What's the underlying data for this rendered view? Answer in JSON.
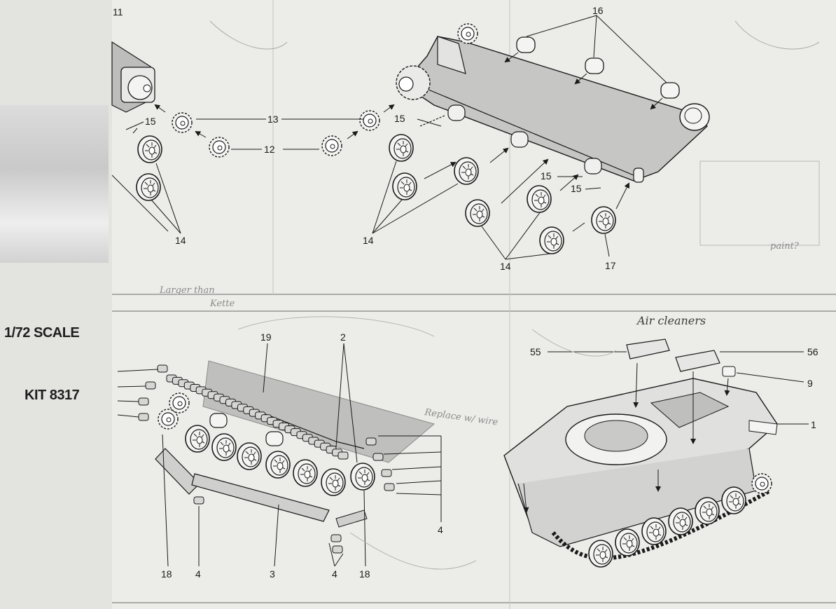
{
  "sidebar": {
    "scale_text": "1/72 SCALE",
    "kit_text": "KIT 8317",
    "lines_top": [
      "....................",
      "....................",
      "....................",
      "...................."
    ],
    "lines_mid": [
      "....................",
      "....................",
      "....................",
      "....................",
      "....................",
      "...................."
    ],
    "lines_low": [
      "....................",
      "....................",
      "....................",
      "....................",
      "....................",
      "...................."
    ]
  },
  "top_panel": {
    "callouts": {
      "c11": "11",
      "c16": "16",
      "c13": "13",
      "c12": "12",
      "c15a": "15",
      "c15b": "15",
      "c15c": "15",
      "c15d": "15",
      "c14a": "14",
      "c14b": "14",
      "c14c": "14",
      "c17": "17"
    }
  },
  "bottom_panel": {
    "callouts": {
      "c19": "19",
      "c2": "2",
      "c4a": "4",
      "c4b": "4",
      "c4c": "4",
      "c18a": "18",
      "c18b": "18",
      "c3": "3",
      "c55": "55",
      "c56": "56",
      "c9": "9",
      "c1": "1"
    }
  },
  "handwritten": {
    "air_cleaners": "Air cleaners",
    "replace_wire": "Replace w/ wire",
    "larger_than": "Larger than",
    "kettenfaint": "Kette",
    "paint_note": "paint?"
  },
  "colors": {
    "paper": "#ecece9",
    "ink": "#1a1a1a",
    "pencil": "#8a8a8a"
  }
}
